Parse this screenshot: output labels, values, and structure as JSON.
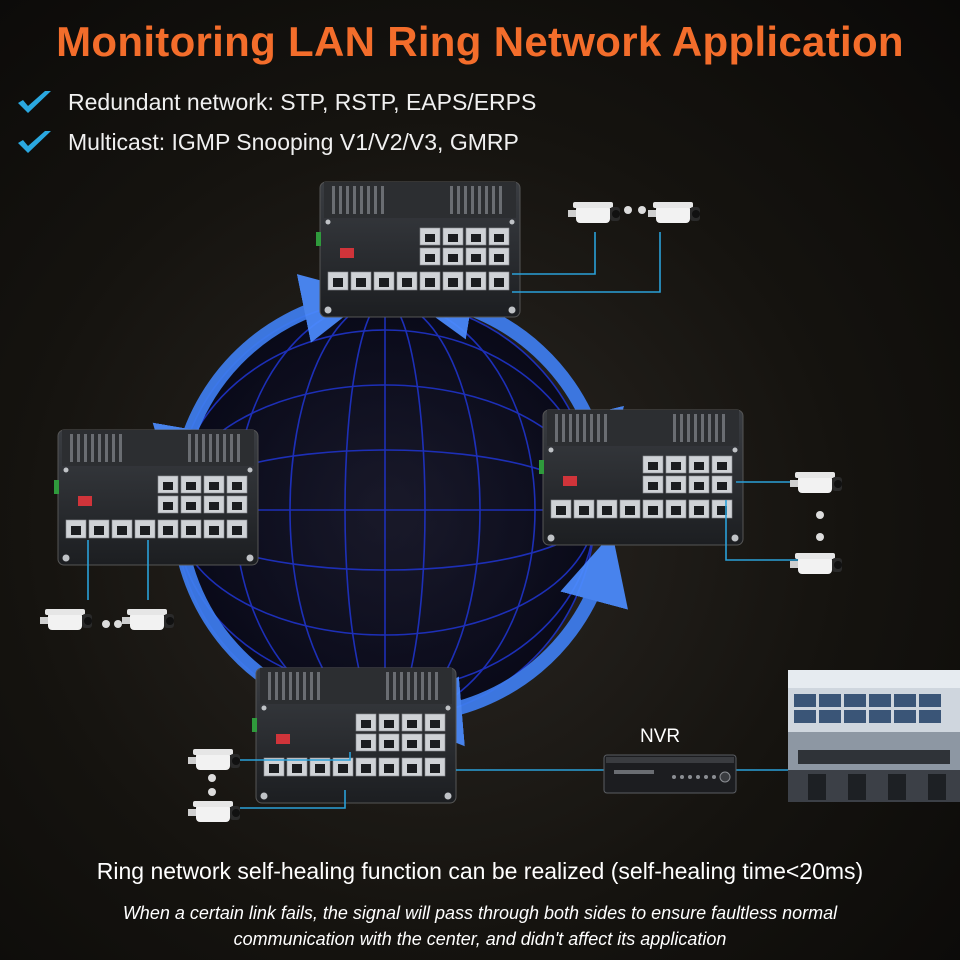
{
  "title": "Monitoring LAN Ring Network Application",
  "features": [
    {
      "text": "Redundant network: STP, RSTP, EAPS/ERPS",
      "icon": "checkmark-icon"
    },
    {
      "text": "Multicast: IGMP Snooping V1/V2/V3, GMRP",
      "icon": "checkmark-icon"
    }
  ],
  "nvr_label": "NVR",
  "footer": {
    "headline": "Ring network self-healing function can be realized (self-healing time<20ms)",
    "note": "When a certain link fails, the signal will pass through both sides to ensure faultless normal communication with the center, and didn't affect its application"
  },
  "colors": {
    "title": "#f36d2b",
    "check": "#2aa8e0",
    "ring": "#3f7ef0",
    "globe": "#1f33c8",
    "link": "#2aa0d8"
  }
}
